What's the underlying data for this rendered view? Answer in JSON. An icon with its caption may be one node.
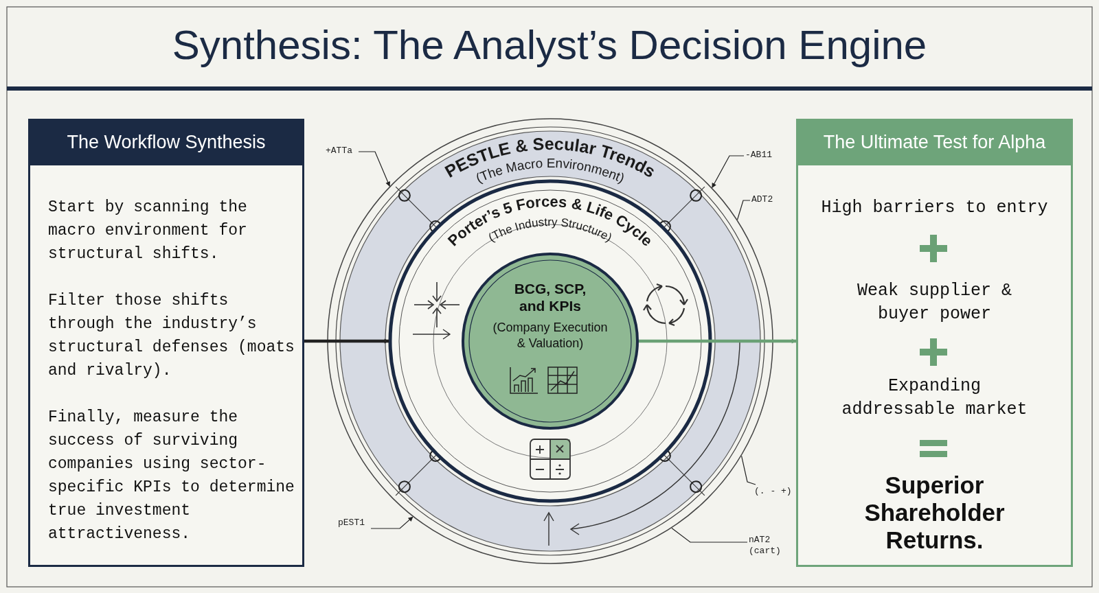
{
  "diagram": {
    "title": "Synthesis: The Analyst’s Decision Engine",
    "nodes": [
      {
        "text": [
          "The Workflow Synthesis",
          "Start by scanning the macro environment for structural shifts.",
          "Filter those shifts through the industry’s structural defenses (moats and rivalry).",
          "Finally, measure the success of surviving companies using sector-specific KPIs to determine true investment attractiveness."
        ]
      },
      {
        "text": [
          "PESTLE & Secular Trends",
          "(The Macro Environment)"
        ]
      },
      {
        "text": [
          "Porter’s 5 Forces & Life Cycle",
          "(The Industry Structure)"
        ],
        "in": 1
      },
      {
        "text": [
          "BCG, SCP, and KPIs",
          "(Company Execution & Valuation)"
        ],
        "in": 2
      },
      {
        "text": [
          "The Ultimate Test for Alpha",
          "High barriers to entry",
          "Weak supplier & buyer power",
          "Expanding addressable market",
          "Superior Shareholder Returns."
        ]
      },
      {
        "text": [
          "+ATTa"
        ]
      },
      {
        "text": [
          "-AB11"
        ]
      },
      {
        "text": [
          "ADT2"
        ]
      },
      {
        "text": [
          "(. - +)"
        ]
      },
      {
        "text": [
          "pEST1"
        ]
      },
      {
        "text": [
          "nAT2",
          "(cart)"
        ]
      }
    ],
    "edges": [
      {
        "from": 0,
        "to": 2,
        "arrow": "to",
        "style": "thick"
      },
      {
        "from": 3,
        "to": 4,
        "arrow": "to",
        "style": "thick",
        "color": "#6aa175"
      },
      {
        "from": 5,
        "to": 1,
        "arrow": "to"
      },
      {
        "from": 6,
        "to": 1,
        "arrow": "to"
      },
      {
        "from": 7,
        "to": 1,
        "arrow": "none"
      },
      {
        "from": 8,
        "to": 1,
        "arrow": "none"
      },
      {
        "from": 9,
        "to": 1,
        "arrow": "to"
      },
      {
        "from": 10,
        "to": 1,
        "arrow": "none"
      }
    ]
  }
}
